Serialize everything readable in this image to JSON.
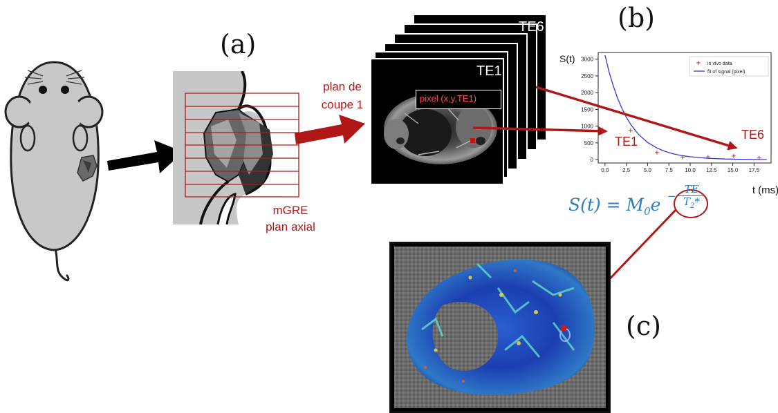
{
  "panel_labels": {
    "a": "(a)",
    "b": "(b)",
    "c": "(c)"
  },
  "slice_label": {
    "line1": "plan de",
    "line2": "coupe 1"
  },
  "sequence_label": {
    "line1": "mGRE",
    "line2": "plan axial"
  },
  "stack": {
    "front_te": "TE1",
    "back_te": "TE6",
    "pixel_label": "pixel (x,y,TE1)"
  },
  "plot_annotations": {
    "te1": "TE1",
    "te6": "TE6"
  },
  "formula": {
    "lhs": "S(t) = M",
    "sub0": "0",
    "e": "e",
    "exp_num": "TE",
    "exp_den": "T",
    "exp_den_sub": "2",
    "exp_den_star": "*"
  },
  "colors": {
    "red": "#b01818",
    "blue_fit": "#3333dd",
    "formula_blue": "#2f7cc0"
  },
  "icons": [
    "mouse-illustration",
    "tumor-slice-sketch",
    "mri-stack",
    "t2star-map"
  ],
  "chart_data": {
    "type": "line",
    "ylabel": "S(t)",
    "xlabel": "t (ms)",
    "xlim": [
      -0.8,
      19.5
    ],
    "ylim": [
      -100,
      3200
    ],
    "xticks": [
      0.0,
      2.5,
      5.0,
      7.5,
      10.0,
      12.5,
      15.0,
      17.5
    ],
    "yticks": [
      0,
      500,
      1000,
      1500,
      2000,
      2500,
      3000
    ],
    "legend_placement": "top-right",
    "series": [
      {
        "name": "in vivo data",
        "kind": "scatter",
        "x": [
          3.0,
          6.1,
          9.1,
          12.1,
          15.1,
          18.1
        ],
        "y": [
          870,
          215,
          75,
          80,
          110,
          50
        ]
      },
      {
        "name": "fit of signal (pixel)",
        "kind": "line",
        "x": [
          0,
          0.5,
          1,
          1.5,
          2,
          2.5,
          3,
          3.5,
          4,
          5,
          6,
          7,
          8,
          9,
          10,
          12,
          14,
          16,
          18,
          19
        ],
        "y": [
          3120,
          2600,
          2180,
          1820,
          1520,
          1270,
          1060,
          885,
          740,
          515,
          360,
          250,
          175,
          122,
          85,
          42,
          20,
          10,
          5,
          3
        ]
      }
    ]
  }
}
